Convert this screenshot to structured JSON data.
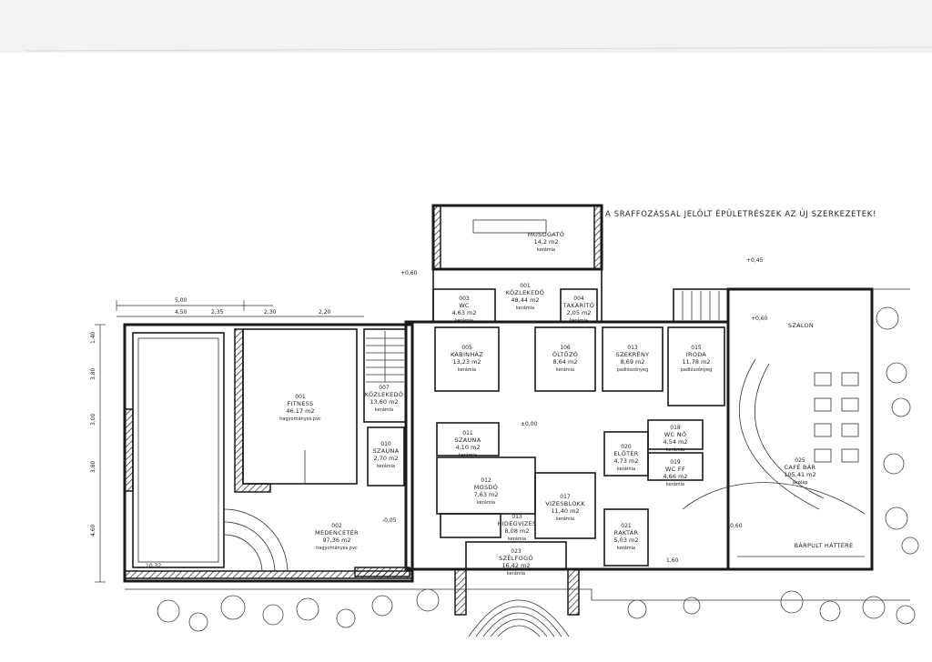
{
  "note": "A SRAFFOZÁSSAL JELÖLT ÉPÜLETRÉSZEK AZ ÚJ SZERKEZETEK!",
  "rooms": [
    {
      "key": "fitness",
      "num": "001",
      "name": "FITNESS",
      "area": "46,17 m2",
      "floor": "hagyományos pvc"
    },
    {
      "key": "medence",
      "num": "002",
      "name": "MEDENCETÉR",
      "area": "97,36 m2",
      "floor": "hagyományos pvc"
    },
    {
      "key": "kozlekedo_lepcso",
      "num": "007",
      "name": "KÖZLEKEDŐ",
      "area": "13,60 m2",
      "floor": "kerámia"
    },
    {
      "key": "kozlekedo",
      "num": "001",
      "name": "KÖZLEKEDŐ",
      "area": "48,44 m2",
      "floor": "kerámia"
    },
    {
      "key": "mosogato",
      "num": "",
      "name": "MOSOGATÓ",
      "area": "14,2 m2",
      "floor": "kerámia"
    },
    {
      "key": "wc1",
      "num": "003",
      "name": "WC",
      "area": "4,63 m2",
      "floor": "kerámia"
    },
    {
      "key": "takarito",
      "num": "004",
      "name": "TAKARÍTÓ",
      "area": "2,05 m2",
      "floor": "kerámia"
    },
    {
      "key": "kabinhaz",
      "num": "005",
      "name": "KABINHÁZ",
      "area": "13,23 m2",
      "floor": "kerámia"
    },
    {
      "key": "oltozo",
      "num": "106",
      "name": "ÖLTÖZŐ",
      "area": "8,64 m2",
      "floor": "kerámia"
    },
    {
      "key": "szekreny",
      "num": "013",
      "name": "SZEKRÉNY",
      "area": "8,69 m2",
      "floor": "padlószőnyeg"
    },
    {
      "key": "iroda",
      "num": "015",
      "name": "IRODA",
      "area": "11,78 m2",
      "floor": "padlószőnyeg"
    },
    {
      "key": "szaunakabin",
      "num": "010",
      "name": "SZAUNA",
      "area": "2,70 m2",
      "floor": "kerámia"
    },
    {
      "key": "szauna",
      "num": "011",
      "name": "SZAUNA",
      "area": "4,10 m2",
      "floor": "kerámia"
    },
    {
      "key": "mosdo",
      "num": "012",
      "name": "MOSDÓ",
      "area": "7,63 m2",
      "floor": "kerámia"
    },
    {
      "key": "hidegvizes",
      "num": "013",
      "name": "HIDEGVIZES",
      "area": "8,08 m2",
      "floor": "kerámia"
    },
    {
      "key": "vizes",
      "num": "017",
      "name": "VIZESBLOKK",
      "area": "11,40 m2",
      "floor": "kerámia"
    },
    {
      "key": "eloter",
      "num": "020",
      "name": "ELŐTÉR",
      "area": "4,73 m2",
      "floor": "kerámia"
    },
    {
      "key": "wcno",
      "num": "018",
      "name": "WC NŐ",
      "area": "4,54 m2",
      "floor": "kerámia"
    },
    {
      "key": "wcferfi",
      "num": "019",
      "name": "WC FF",
      "area": "4,66 m2",
      "floor": "kerámia"
    },
    {
      "key": "raktar",
      "num": "021",
      "name": "RAKTÁR",
      "area": "5,03 m2",
      "floor": "kerámia"
    },
    {
      "key": "szelfogo",
      "num": "023",
      "name": "SZÉLFOGÓ",
      "area": "16,42 m2",
      "floor": "kerámia"
    },
    {
      "key": "szalon",
      "num": "",
      "name": "SZALON",
      "area": "",
      "floor": ""
    },
    {
      "key": "cafe",
      "num": "025",
      "name": "CAFÉ BÁR",
      "area": "105,41 m2",
      "floor": "járólap"
    },
    {
      "key": "barpult",
      "num": "",
      "name": "BÁRPULT HÁTTÉRE",
      "area": "",
      "floor": ""
    }
  ],
  "dims": {
    "top_span": "5,00",
    "top_a": "4,50",
    "top_b": "2,35",
    "top_c": "2,30",
    "top_d": "2,20",
    "left": [
      "1,40",
      "3,80",
      "3,00",
      "3,80",
      "4,60"
    ],
    "bottom_a": "10,32",
    "bottom_b": "1,60",
    "levels": [
      "+0,60",
      "+0,45",
      "±0,00",
      "-0,05",
      "-0,60",
      "+0,60"
    ]
  }
}
